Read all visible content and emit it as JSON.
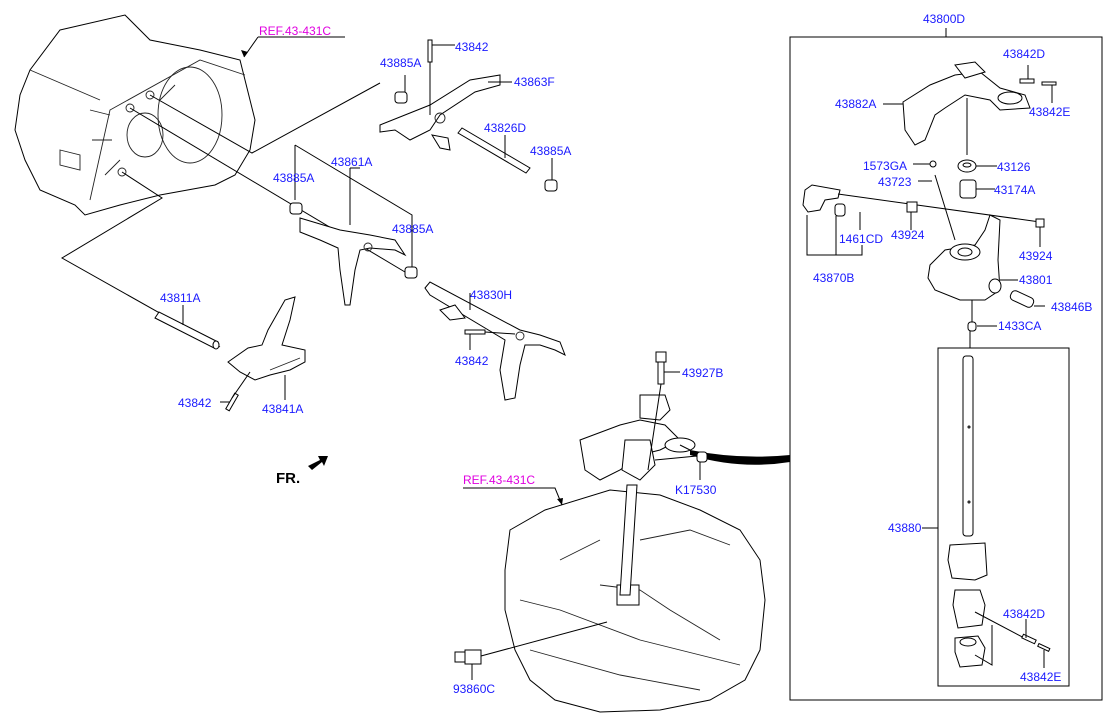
{
  "diagram": {
    "title": "Transaxle gear shift control parts diagram",
    "colors": {
      "part_label": "#1a1aff",
      "reference_label": "#e000e0",
      "line": "#000000"
    },
    "orientation_marker": {
      "text": "FR.",
      "icon": "arrow-front-icon"
    },
    "references": [
      {
        "id": "ref-top",
        "text": "REF.43-431C"
      },
      {
        "id": "ref-bottom",
        "text": "REF.43-431C"
      }
    ],
    "labels": {
      "l43842_top": "43842",
      "l43885A_1": "43885A",
      "l43863F": "43863F",
      "l43826D": "43826D",
      "l43885A_2": "43885A",
      "l43861A": "43861A",
      "l43885A_3": "43885A",
      "l43885A_4": "43885A",
      "l43811A": "43811A",
      "l43830H": "43830H",
      "l43842_mid": "43842",
      "l43842_left": "43842",
      "l43841A": "43841A",
      "l43927B": "43927B",
      "lK17530": "K17530",
      "l93860C": "93860C",
      "l43800D": "43800D",
      "l43842D_top": "43842D",
      "l43882A": "43882A",
      "l43842E_top": "43842E",
      "l1573GA": "1573GA",
      "l43126": "43126",
      "l43723": "43723",
      "l43174A": "43174A",
      "l1461CD": "1461CD",
      "l43924_left": "43924",
      "l43924_right": "43924",
      "l43870B": "43870B",
      "l43801": "43801",
      "l43846B": "43846B",
      "l1433CA": "1433CA",
      "l43880": "43880",
      "l43842D_bot": "43842D",
      "l43842E_bot": "43842E"
    }
  }
}
